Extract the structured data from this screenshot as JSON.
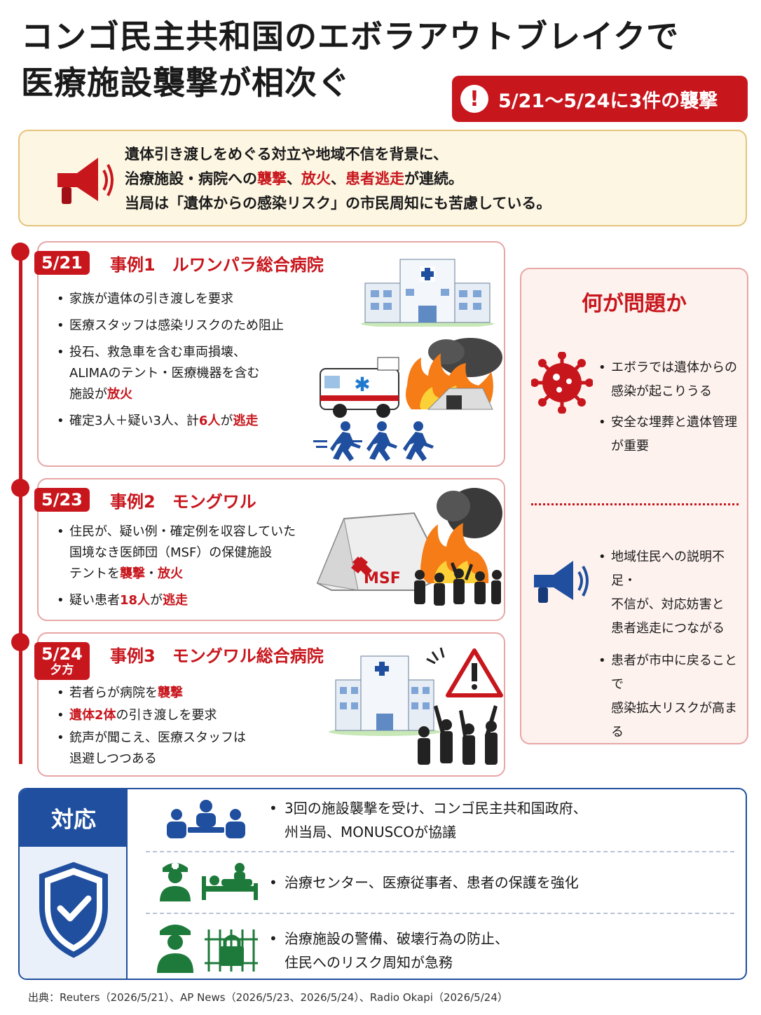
{
  "title": {
    "line1": "コンゴ民主共和国のエボラアウトブレイクで",
    "line2": "医療施設襲撃が相次ぐ"
  },
  "badge": {
    "icon": "exclamation-icon",
    "text": "5/21〜5/24に3件の襲撃"
  },
  "intro": {
    "line1": "遺体引き渡しをめぐる対立や地域不信を背景に、",
    "line2_a": "治療施設・病院への",
    "line2_b": "襲撃",
    "line2_c": "、",
    "line2_d": "放火",
    "line2_e": "、",
    "line2_f": "患者逃走",
    "line2_g": "が連続。",
    "line3": "当局は「遺体からの感染リスク」の市民周知にも苦慮している。"
  },
  "cases": [
    {
      "date": "5/21",
      "sub": "",
      "title": "事例1　ルワンパラ総合病院",
      "b1": "家族が遺体の引き渡しを要求",
      "b2": "医療スタッフは感染リスクのため阻止",
      "b3a": "投石、救急車を含む車両損壊、",
      "b3b": "ALIMAのテント・医療機器を含む",
      "b3c": "施設が",
      "b3d": "放火",
      "b4a": "確定3人＋疑い3人、計",
      "b4b": "6人",
      "b4c": "が",
      "b4d": "逃走"
    },
    {
      "date": "5/23",
      "sub": "",
      "title": "事例2　モングワル",
      "b1a": "住民が、疑い例・確定例を収容していた",
      "b1b": "国境なき医師団（MSF）の保健施設",
      "b1c": "テントを",
      "b1d": "襲撃",
      "b1e": "・",
      "b1f": "放火",
      "b2a": "疑い患者",
      "b2b": "18人",
      "b2c": "が",
      "b2d": "逃走",
      "msf": "MSF"
    },
    {
      "date": "5/24",
      "sub": "夕方",
      "title": "事例3　モングワル総合病院",
      "b1a": "若者らが病院を",
      "b1b": "襲撃",
      "b2a": "遺体2体",
      "b2b": "の引き渡しを要求",
      "b3a": "銃声が聞こえ、医療スタッフは",
      "b3b": "退避しつつある"
    }
  ],
  "problem": {
    "heading": "何が問題か",
    "p1a": "エボラでは遺体からの",
    "p1b": "感染が起こりうる",
    "p2a": "安全な埋葬と遺体管理",
    "p2b": "が重要",
    "p3a": "地域住民への説明不足・",
    "p3b": "不信が、対応妨害と",
    "p3c": "患者逃走につながる",
    "p4a": "患者が市中に戻ることで",
    "p4b": "感染拡大リスクが高まる"
  },
  "response": {
    "heading": "対応",
    "r1a": "3回の施設襲撃を受け、コンゴ民主共和国政府、",
    "r1b": "州当局、MONUSCOが協議",
    "r2": "治療センター、医療従事者、患者の保護を強化",
    "r3a": "治療施設の警備、破壊行為の防止、",
    "r3b": "住民へのリスク周知が急務"
  },
  "source": "出典：Reuters（2026/5/21）、AP News（2026/5/23、2026/5/24）、Radio Okapi（2026/5/24）",
  "colors": {
    "accent": "#c8161d",
    "navy": "#1f4f9e",
    "green": "#1e7a3a",
    "cream": "#fdf6e3"
  }
}
